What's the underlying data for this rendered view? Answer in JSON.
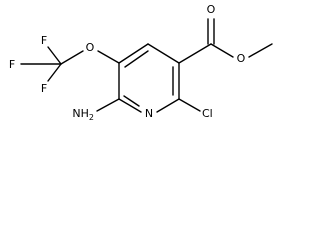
{
  "molecule": {
    "colors": {
      "bond": "#000000",
      "label": "#000000",
      "background": "#ffffff"
    },
    "atoms": {
      "ring_nitrogen": "N",
      "amino": "NH",
      "amino_subscript": "2",
      "chlorine": "Cl",
      "ether_oxygen": "O",
      "fluorine_top": "F",
      "fluorine_left": "F",
      "fluorine_bottom": "F",
      "carbonyl_oxygen": "O",
      "ester_oxygen": "O"
    }
  }
}
